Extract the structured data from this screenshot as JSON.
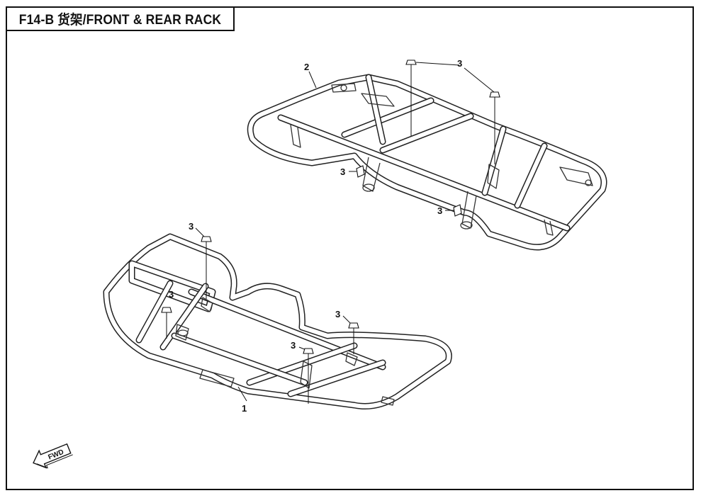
{
  "header": {
    "title": "F14-B 货架/FRONT & REAR RACK"
  },
  "callouts": {
    "part_1": "1",
    "part_2": "2",
    "bolt_top": "3",
    "bolt_rear_left": "3",
    "bolt_rear_right": "3",
    "bolt_front_left": "3",
    "bolt_front_center": "3",
    "bolt_front_right": "3"
  },
  "direction_marker": {
    "label": "FWD",
    "icon": "arrow-forward-icon"
  },
  "colors": {
    "line": "#222222",
    "background": "#ffffff"
  }
}
